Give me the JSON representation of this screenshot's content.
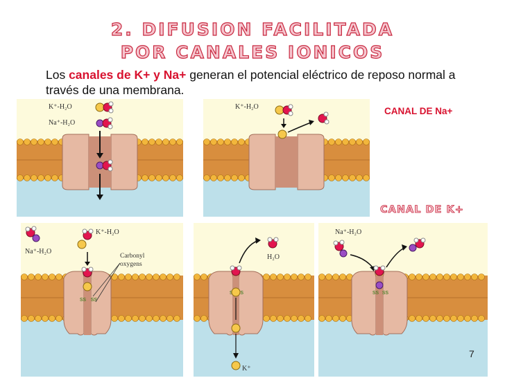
{
  "title": {
    "line1": "2. DIFUSION FACILITADA",
    "line2": "POR CANALES IONICOS"
  },
  "intro": {
    "prefix": "Los ",
    "highlight": "canales de K+ y Na+",
    "suffix": " generan el potencial eléctrico de reposo normal a través de una membrana."
  },
  "labels": {
    "na_channel": "CANAL DE Na+",
    "k_channel": "CANAL DE K+"
  },
  "top_panels": {
    "k_h2o": "K⁺-H₂O",
    "na_h2o": "Na⁺-H₂O"
  },
  "bottom_panels": {
    "k_h2o": "K⁺-H₂O",
    "na_h2o": "Na⁺-H₂O",
    "carbonyl": "Carbonyl",
    "oxygens": "oxygens",
    "h2o": "H₂O",
    "k_ion": "K⁺"
  },
  "colors": {
    "title_fill": "#f6c6cf",
    "title_stroke": "#c8283f",
    "highlight": "#d8122f",
    "cytoplasm": "#bde0ea",
    "extracellular": "#fdfadc",
    "channel": "#e6b9a3",
    "pore": "#cc9079",
    "lipid_head": "#f2b63c",
    "lipid_tail": "#d68a3c",
    "k_ion": "#f6c84b",
    "na_ion": "#9a4dc4",
    "water_o": "#e2154f"
  },
  "page_number": "7"
}
